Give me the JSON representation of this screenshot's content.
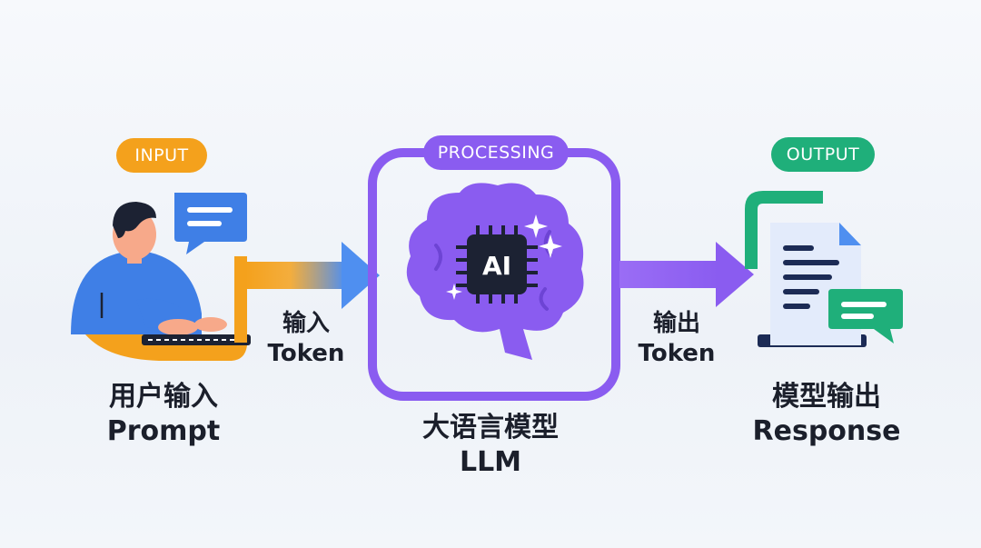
{
  "stages": {
    "input": {
      "badge": "INPUT",
      "title": "用户输入",
      "subtitle": "Prompt"
    },
    "processing": {
      "badge": "PROCESSING",
      "title": "大语言模型",
      "subtitle": "LLM",
      "chip_text": "AI"
    },
    "output": {
      "badge": "OUTPUT",
      "title": "模型输出",
      "subtitle": "Response"
    }
  },
  "arrows": {
    "input_token": {
      "line1": "输入",
      "line2": "Token"
    },
    "output_token": {
      "line1": "输出",
      "line2": "Token"
    }
  },
  "colors": {
    "input_accent": "#f4a11c",
    "processing_accent": "#8a5cf0",
    "output_accent": "#1faf7a",
    "arrow_blue": "#4f8ff0",
    "user_shirt": "#3f7fe6",
    "chip": "#1c2233",
    "brain": "#8a5cf0"
  },
  "icons": {
    "user": "person-at-keyboard-icon",
    "speech_in": "speech-bubble-icon",
    "brain": "brain-icon",
    "chip": "ai-chip-icon",
    "sparkle": "sparkle-icon",
    "document": "document-icon",
    "speech_out": "chat-bubble-icon"
  }
}
